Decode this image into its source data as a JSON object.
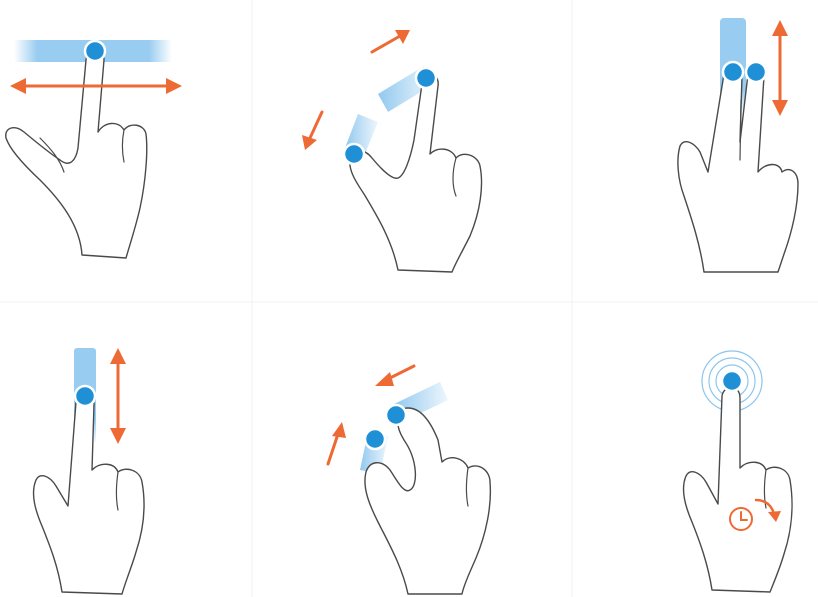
{
  "colors": {
    "accent_orange": "#ee6a35",
    "touch_blue": "#1f8fd6",
    "trail_blue": "#8cc6ee",
    "outline": "#4a4a4a",
    "background": "#ffffff"
  },
  "gestures": [
    {
      "id": "swipe-horizontal",
      "icon": "one-finger-horizontal-swipe-icon"
    },
    {
      "id": "pinch-expand",
      "icon": "pinch-expand-icon"
    },
    {
      "id": "two-finger-scroll",
      "icon": "two-finger-vertical-scroll-icon"
    },
    {
      "id": "swipe-vertical",
      "icon": "one-finger-vertical-swipe-icon"
    },
    {
      "id": "pinch-collapse",
      "icon": "pinch-collapse-icon"
    },
    {
      "id": "press-and-hold",
      "icon": "press-and-hold-icon"
    }
  ]
}
